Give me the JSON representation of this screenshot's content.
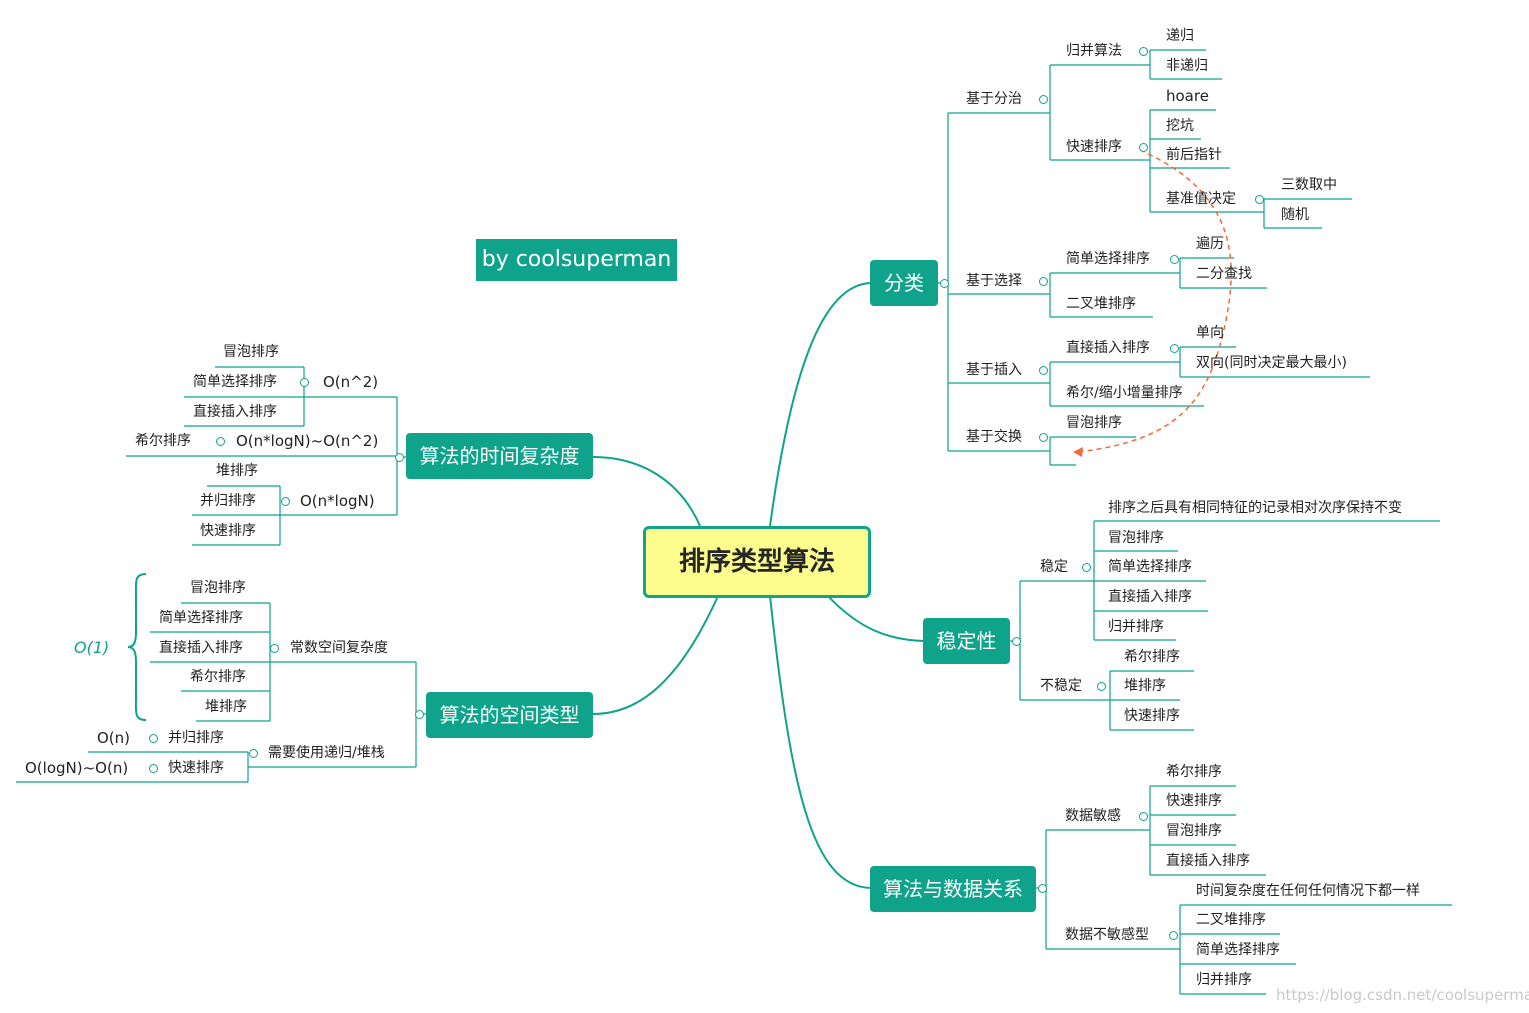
{
  "central": "排序类型算法",
  "banner": "by coolsuperman",
  "watermark": "https://blog.csdn.net/coolsuperman",
  "brace_label": "O(1)",
  "colors": {
    "line": "#0ea38a",
    "topic": "#0ea38a",
    "central_fill": "#fdfd8d",
    "arrow": "#f06a3a"
  },
  "classify": {
    "title": "分类",
    "divide": {
      "label": "基于分治",
      "merge": {
        "label": "归并算法",
        "items": [
          "递归",
          "非递归"
        ]
      },
      "quick": {
        "label": "快速排序",
        "items": [
          "hoare",
          "挖坑",
          "前后指针"
        ],
        "pivot": {
          "label": "基准值决定",
          "items": [
            "三数取中",
            "随机"
          ]
        }
      }
    },
    "select": {
      "label": "基于选择",
      "simple": {
        "label": "简单选择排序",
        "items": [
          "遍历",
          "二分查找"
        ]
      },
      "heap": "二叉堆排序"
    },
    "insert": {
      "label": "基于插入",
      "direct": {
        "label": "直接插入排序",
        "items": [
          "单向",
          "双向(同时决定最大最小)"
        ]
      },
      "shell": "希尔/缩小增量排序"
    },
    "swap": {
      "label": "基于交换",
      "bubble": "冒泡排序"
    }
  },
  "stability": {
    "title": "稳定性",
    "stable": {
      "label": "稳定",
      "items": [
        "排序之后具有相同特征的记录相对次序保持不变",
        "冒泡排序",
        "简单选择排序",
        "直接插入排序",
        "归并排序"
      ]
    },
    "unstable": {
      "label": "不稳定",
      "items": [
        "希尔排序",
        "堆排序",
        "快速排序"
      ]
    }
  },
  "data_relation": {
    "title": "算法与数据关系",
    "sensitive": {
      "label": "数据敏感",
      "items": [
        "希尔排序",
        "快速排序",
        "冒泡排序",
        "直接插入排序"
      ]
    },
    "insensitive": {
      "label": "数据不敏感型",
      "items": [
        "时间复杂度在任何任何情况下都一样",
        "二叉堆排序",
        "简单选择排序",
        "归并排序"
      ]
    }
  },
  "time": {
    "title": "算法的时间复杂度",
    "n2": {
      "label": "O(n^2)",
      "items": [
        "冒泡排序",
        "简单选择排序",
        "直接插入排序"
      ]
    },
    "shell": {
      "item": "希尔排序",
      "label": "O(n*logN)~O(n^2)"
    },
    "nlogn": {
      "label": "O(n*logN)",
      "items": [
        "堆排序",
        "并归排序",
        "快速排序"
      ]
    }
  },
  "space": {
    "title": "算法的空间类型",
    "constant": {
      "label": "常数空间复杂度",
      "items": [
        "冒泡排序",
        "简单选择排序",
        "直接插入排序",
        "希尔排序",
        "堆排序"
      ]
    },
    "recursive": {
      "label": "需要使用递归/堆栈",
      "items": [
        {
          "name": "并归排序",
          "value": "O(n)"
        },
        {
          "name": "快速排序",
          "value": "O(logN)~O(n)"
        }
      ]
    }
  }
}
